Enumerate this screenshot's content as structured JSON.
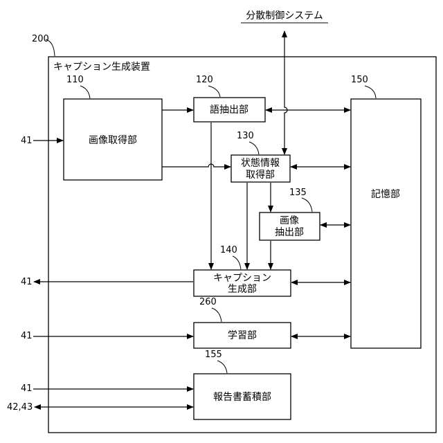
{
  "top_label": "分散制御システム",
  "container": {
    "ref": "200",
    "title": "キャプション生成装置"
  },
  "blocks": {
    "image_acquisition": {
      "ref": "110",
      "label": "画像取得部"
    },
    "word_extraction": {
      "ref": "120",
      "label": "語抽出部"
    },
    "state_info": {
      "ref": "130",
      "label_line1": "状態情報",
      "label_line2": "取得部"
    },
    "image_extraction": {
      "ref": "135",
      "label_line1": "画像",
      "label_line2": "抽出部"
    },
    "caption_generation": {
      "ref": "140",
      "label_line1": "キャプション",
      "label_line2": "生成部"
    },
    "storage": {
      "ref": "150",
      "label": "記憶部"
    },
    "learning": {
      "ref": "260",
      "label": "学習部"
    },
    "report_storage": {
      "ref": "155",
      "label": "報告書蓄積部"
    }
  },
  "io_refs": {
    "image_input": "41",
    "caption_output": "41",
    "learning_input": "41",
    "report_input": "41",
    "report_io": "42,43"
  }
}
